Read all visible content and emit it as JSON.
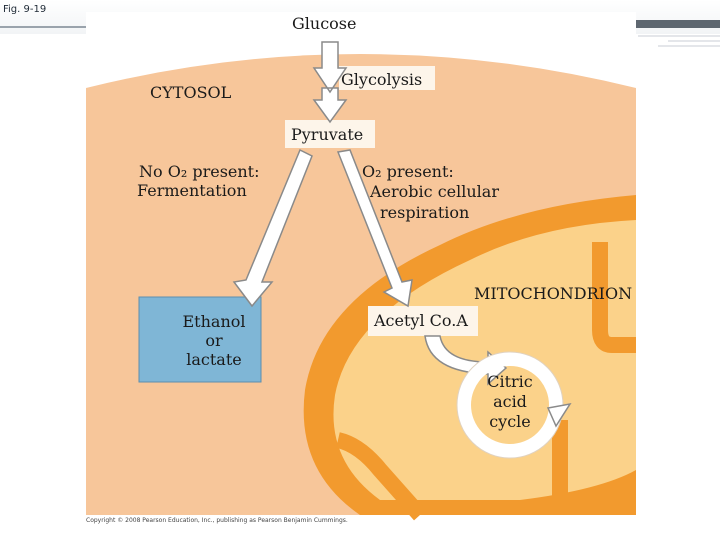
{
  "figure_label": "Fig. 9-19",
  "labels": {
    "glucose": "Glucose",
    "glycolysis": "Glycolysis",
    "cytosol": "CYTOSOL",
    "pyruvate": "Pyruvate",
    "no_o2_line1": "No O₂ present:",
    "no_o2_line2": "Fermentation",
    "o2_line1": "O₂ present:",
    "o2_line2": "Aerobic cellular",
    "o2_line3": "respiration",
    "mitochondrion": "MITOCHONDRION",
    "ethanol_line1": "Ethanol",
    "ethanol_line2": "or",
    "ethanol_line3": "lactate",
    "acetyl_coa": "Acetyl Co.A",
    "citric_line1": "Citric",
    "citric_line2": "acid",
    "citric_line3": "cycle"
  },
  "copyright": "Copyright © 2008 Pearson Education, Inc., publishing as Pearson Benjamin Cummings.",
  "colors": {
    "cytosol": "#f7c69a",
    "mitochondrion_outer": "#f29a2e",
    "mitochondrion_inner": "#fbd28a",
    "ethanol_box": "#7fb6d6",
    "label_box": "#fdf5ea",
    "arrow_fill": "#ffffff",
    "arrow_stroke": "#8a8a8a"
  }
}
